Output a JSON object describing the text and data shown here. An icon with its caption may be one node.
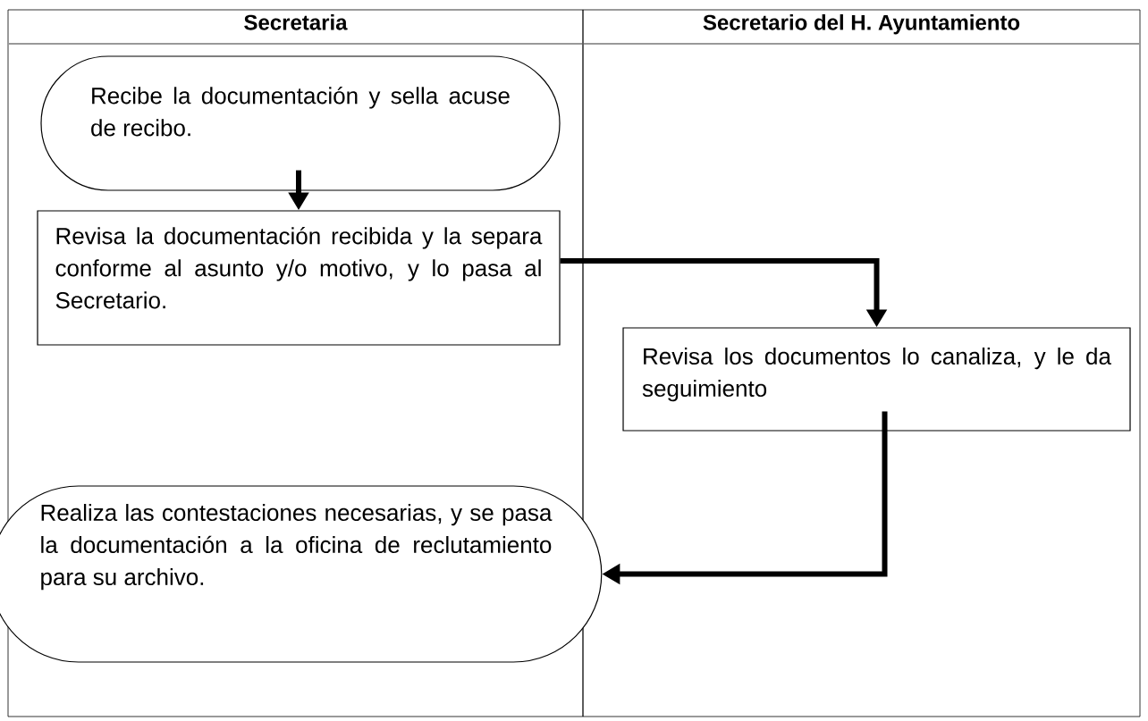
{
  "diagram": {
    "nodes": [
      {
        "text": [
          "Secretaria"
        ]
      },
      {
        "text": [
          "Secretario del H. Ayuntamiento"
        ]
      },
      {
        "text": [
          "Recibe la documentación y sella acuse de recibo."
        ],
        "in": 0
      },
      {
        "text": [
          "Revisa la documentación recibida y la separa conforme al asunto y/o motivo, y lo pasa al Secretario."
        ],
        "in": 0
      },
      {
        "text": [
          "Revisa los documentos lo canaliza, y le da seguimiento"
        ],
        "in": 1
      },
      {
        "text": [
          "Realiza las contestaciones necesarias, y se pasa la documentación a la oficina de reclutamiento para su archivo."
        ],
        "in": 0
      }
    ],
    "edges": [
      {
        "from": 2,
        "to": 3,
        "arrow": "to"
      },
      {
        "from": 3,
        "to": 4,
        "arrow": "to"
      },
      {
        "from": 4,
        "to": 5,
        "arrow": "to"
      }
    ]
  }
}
